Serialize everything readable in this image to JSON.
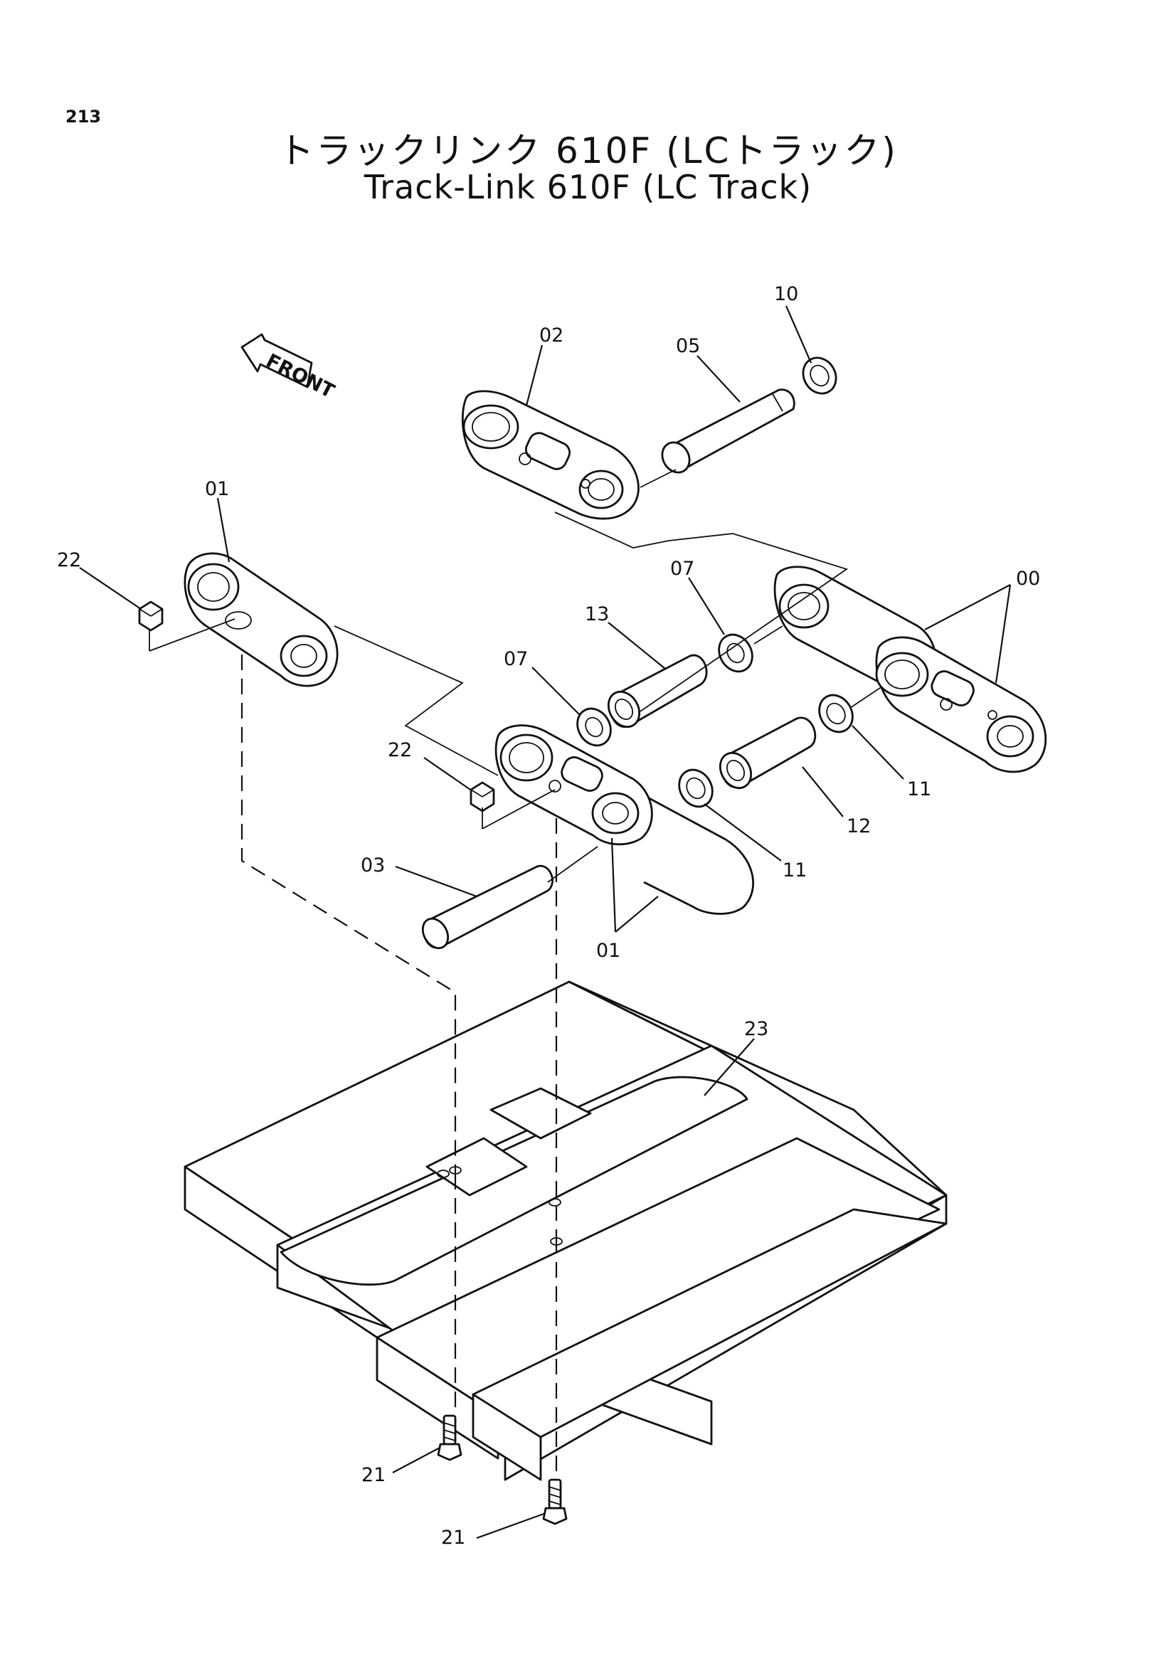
{
  "page_number": "213",
  "title_jp": "トラックリンク 610F (LCトラック)",
  "title_en": "Track-Link 610F (LC Track)",
  "front_label": "FRONT",
  "callouts": {
    "c10": "10",
    "c02": "02",
    "c05": "05",
    "c01_top": "01",
    "c22_top": "22",
    "c07_right": "07",
    "c00": "00",
    "c13": "13",
    "c07_left": "07",
    "c22_mid": "22",
    "c11_right": "11",
    "c12": "12",
    "c11_mid": "11",
    "c03": "03",
    "c01_bottom": "01",
    "c23": "23",
    "c21_left": "21",
    "c21_right": "21"
  }
}
